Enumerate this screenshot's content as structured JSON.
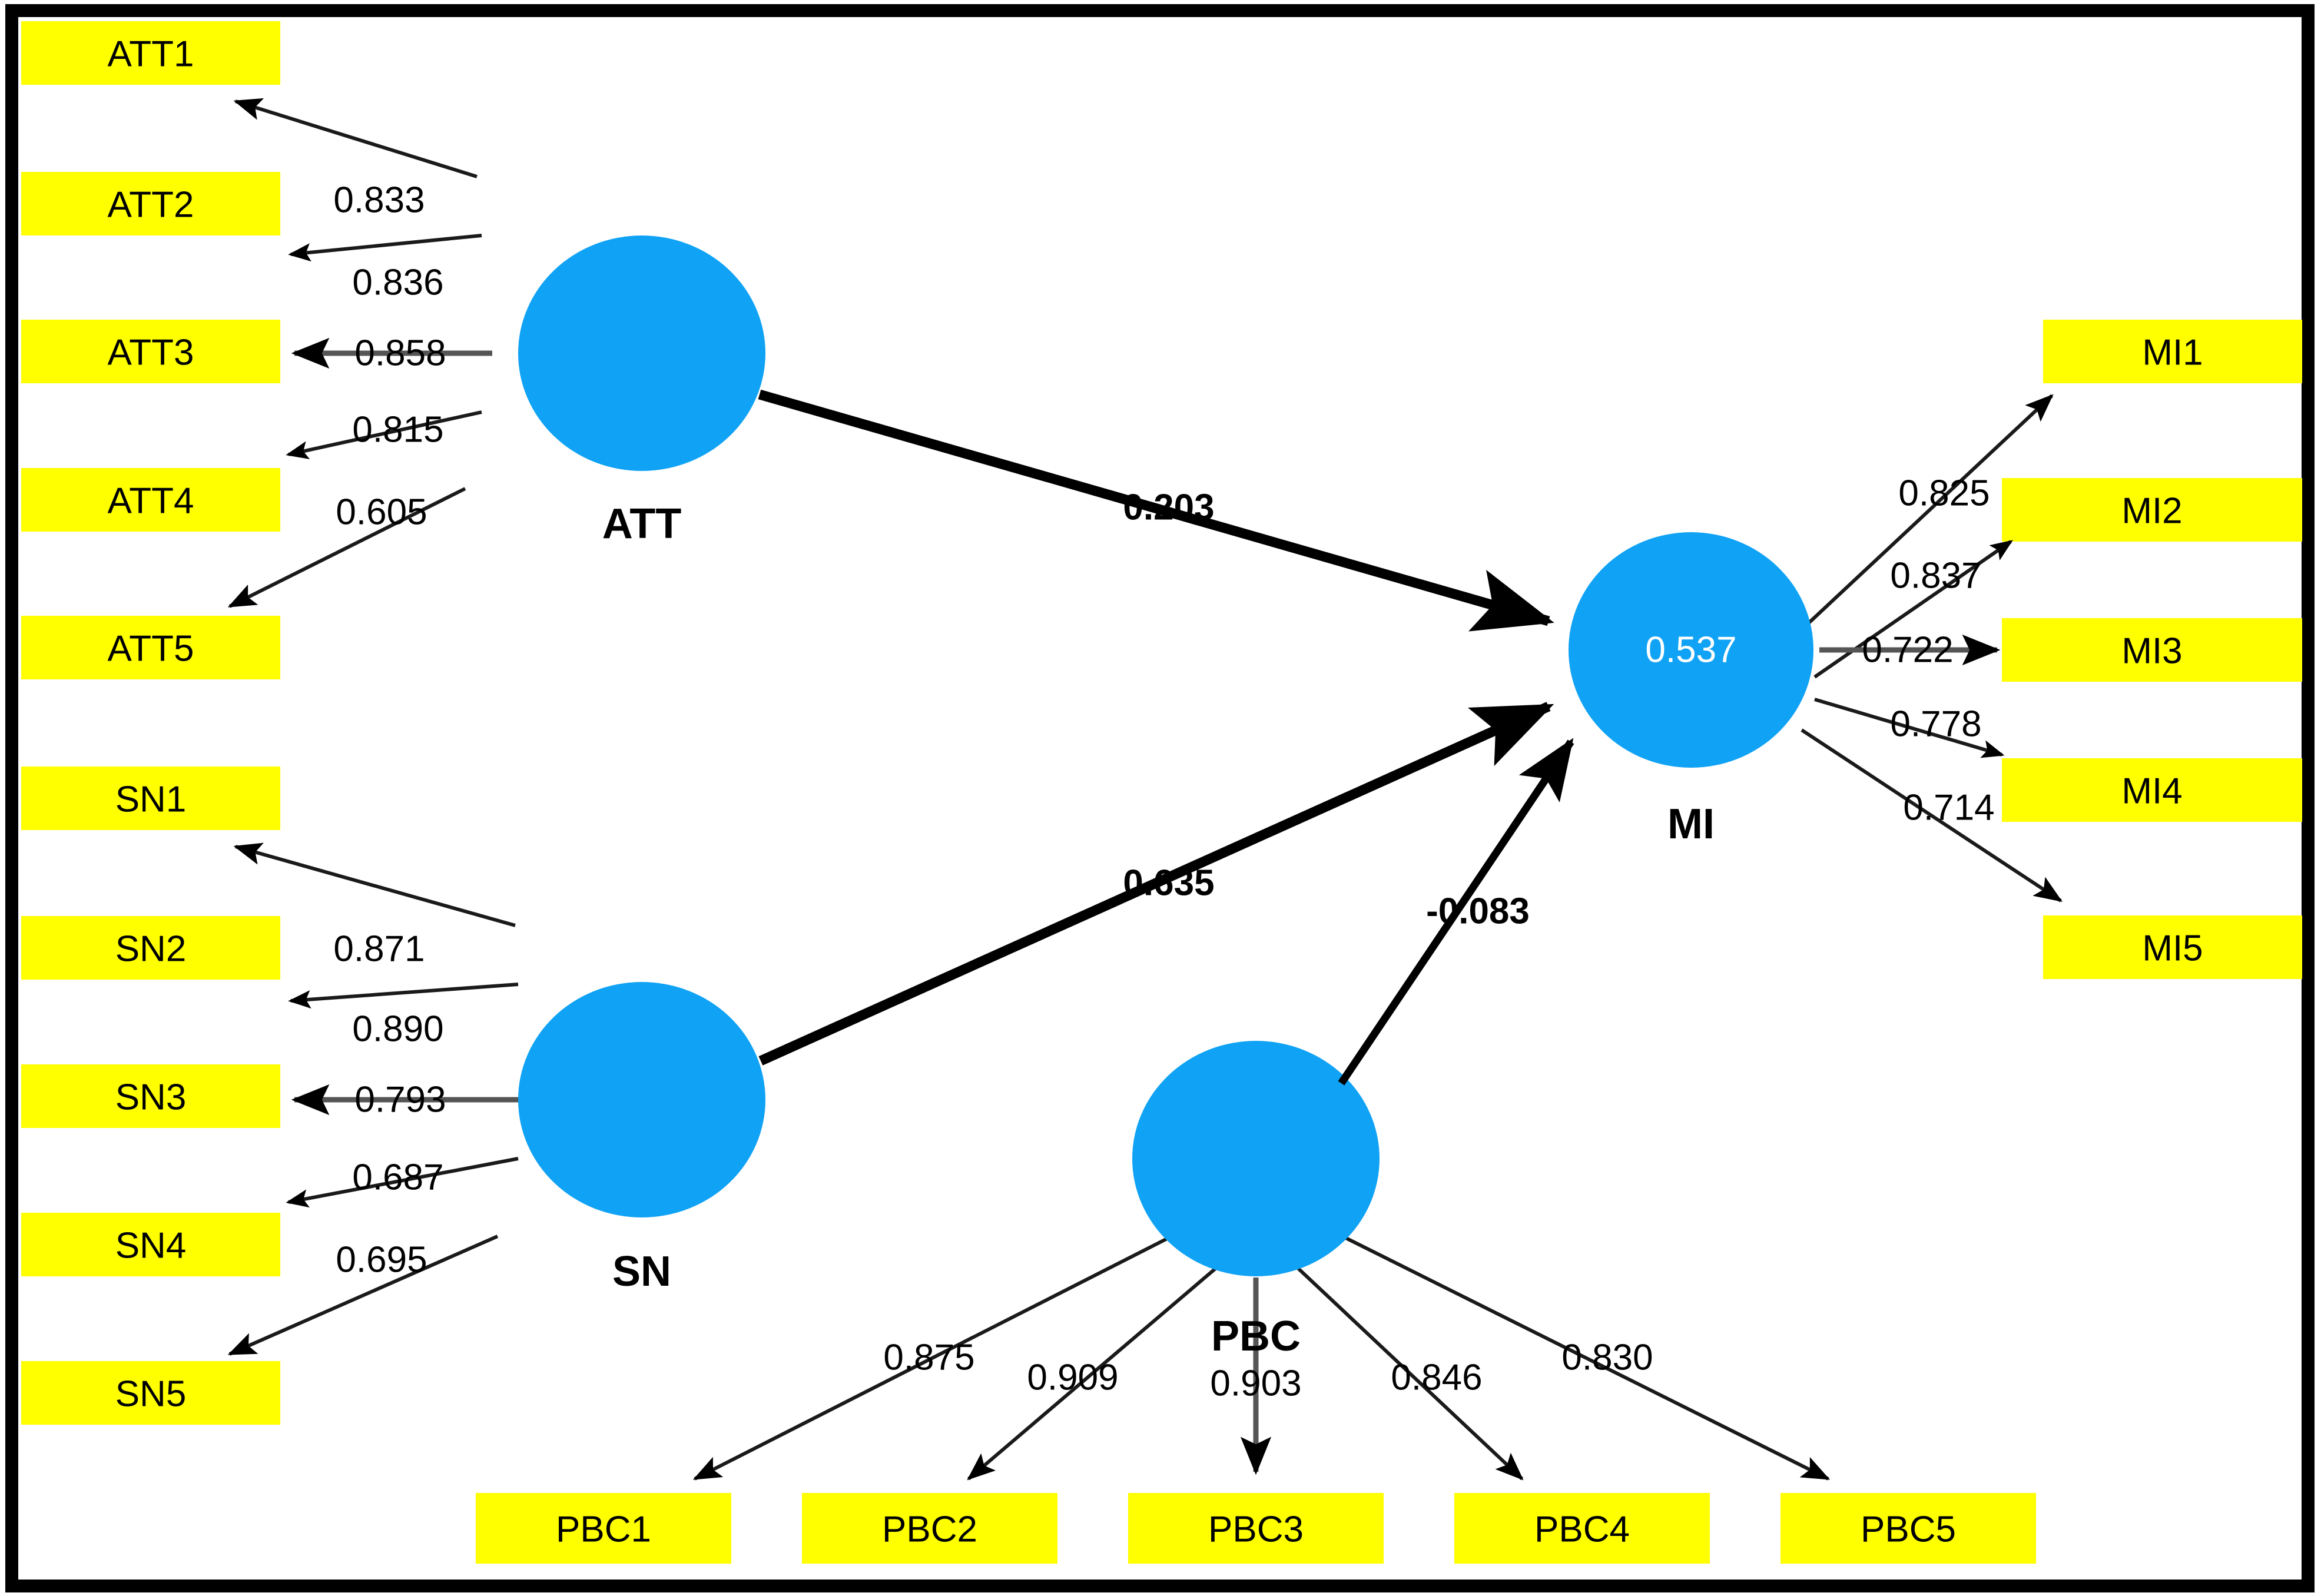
{
  "figure": {
    "type": "sem-path-diagram",
    "title": "",
    "colors": {
      "indicator_fill": "#FFFF00",
      "latent_fill": "#0FA2F5",
      "line": "#000000",
      "r2_text": "#FFFFFF",
      "background": "#FFFFFF",
      "frame": "#000000"
    }
  },
  "chart_data": {
    "type": "diagram",
    "constructs": [
      {
        "id": "ATT",
        "label": "ATT",
        "r2": null
      },
      {
        "id": "SN",
        "label": "SN",
        "r2": null
      },
      {
        "id": "PBC",
        "label": "PBC",
        "r2": null
      },
      {
        "id": "MI",
        "label": "MI",
        "r2": "0.537"
      }
    ],
    "indicators": {
      "ATT": [
        "ATT1",
        "ATT2",
        "ATT3",
        "ATT4",
        "ATT5"
      ],
      "SN": [
        "SN1",
        "SN2",
        "SN3",
        "SN4",
        "SN5"
      ],
      "PBC": [
        "PBC1",
        "PBC2",
        "PBC3",
        "PBC4",
        "PBC5"
      ],
      "MI": [
        "MI1",
        "MI2",
        "MI3",
        "MI4",
        "MI5"
      ]
    },
    "outer_loadings": {
      "ATT": [
        "0.833",
        "0.836",
        "0.858",
        "0.815",
        "0.605"
      ],
      "SN": [
        "0.871",
        "0.890",
        "0.793",
        "0.687",
        "0.695"
      ],
      "PBC": [
        "0.875",
        "0.909",
        "0.903",
        "0.846",
        "0.830"
      ],
      "MI": [
        "0.825",
        "0.837",
        "0.722",
        "0.778",
        "0.714"
      ]
    },
    "path_coefficients": [
      {
        "from": "ATT",
        "to": "MI",
        "value": "0.203"
      },
      {
        "from": "SN",
        "to": "MI",
        "value": "0.635"
      },
      {
        "from": "PBC",
        "to": "MI",
        "value": "-0.083"
      }
    ]
  },
  "boxes": {
    "att": [
      {
        "label": "ATT1"
      },
      {
        "label": "ATT2"
      },
      {
        "label": "ATT3"
      },
      {
        "label": "ATT4"
      },
      {
        "label": "ATT5"
      }
    ],
    "sn": [
      {
        "label": "SN1"
      },
      {
        "label": "SN2"
      },
      {
        "label": "SN3"
      },
      {
        "label": "SN4"
      },
      {
        "label": "SN5"
      }
    ],
    "pbc": [
      {
        "label": "PBC1"
      },
      {
        "label": "PBC2"
      },
      {
        "label": "PBC3"
      },
      {
        "label": "PBC4"
      },
      {
        "label": "PBC5"
      }
    ],
    "mi": [
      {
        "label": "MI1"
      },
      {
        "label": "MI2"
      },
      {
        "label": "MI3"
      },
      {
        "label": "MI4"
      },
      {
        "label": "MI5"
      }
    ]
  },
  "latents": {
    "att": {
      "label": "ATT"
    },
    "sn": {
      "label": "SN"
    },
    "pbc": {
      "label": "PBC"
    },
    "mi": {
      "label": "MI",
      "r2": "0.537"
    }
  },
  "loadings": {
    "att": [
      "0.833",
      "0.836",
      "0.858",
      "0.815",
      "0.605"
    ],
    "sn": [
      "0.871",
      "0.890",
      "0.793",
      "0.687",
      "0.695"
    ],
    "pbc": [
      "0.875",
      "0.909",
      "0.903",
      "0.846",
      "0.830"
    ],
    "mi": [
      "0.825",
      "0.837",
      "0.722",
      "0.778",
      "0.714"
    ]
  },
  "paths": {
    "att_mi": "0.203",
    "sn_mi": "0.635",
    "pbc_mi": "-0.083"
  }
}
